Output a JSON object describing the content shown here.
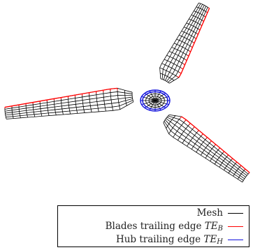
{
  "colors": {
    "mesh": "#000000",
    "blades_trailing_edge": "#ff0000",
    "hub_trailing_edge": "#1010dd"
  },
  "legend": {
    "mesh_label": "Mesh",
    "blades_label_prefix": "Blades trailing edge ",
    "blades_symbol": "TE",
    "blades_subscript": "B",
    "hub_label_prefix": "Hub trailing edge ",
    "hub_symbol": "TE",
    "hub_subscript": "H"
  },
  "mesh": {
    "blade_count": 3,
    "spanwise_sections": 18,
    "chordwise_lines": 6,
    "hub_rings": 4,
    "hub_spokes": 16
  }
}
